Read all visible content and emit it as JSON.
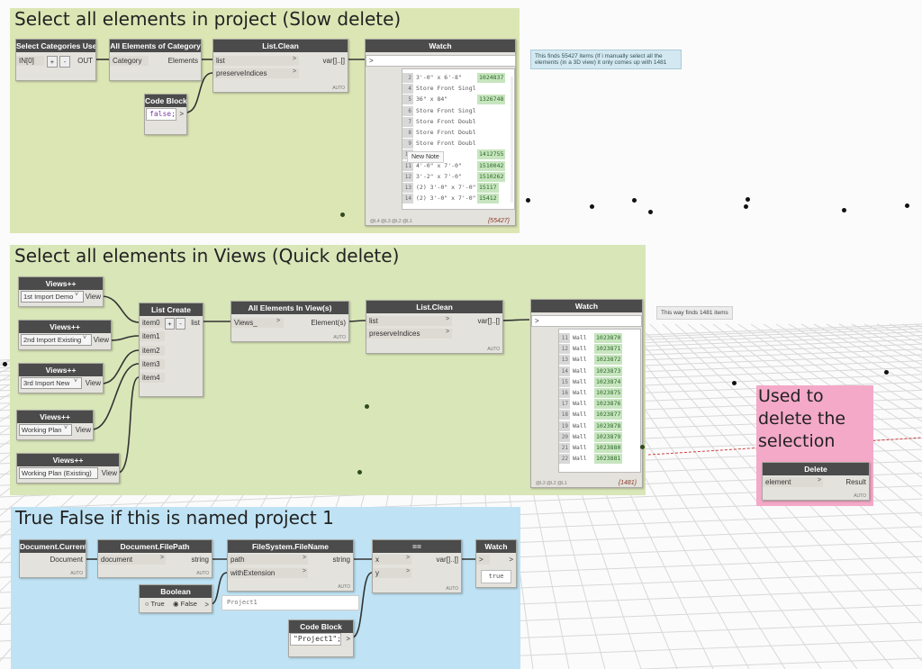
{
  "groups": {
    "slow": {
      "title": "Select all elements in project (Slow delete)"
    },
    "quick": {
      "title": "Select all elements in Views (Quick delete)"
    },
    "truefalse": {
      "title": "True False if this is named project 1"
    },
    "delete": {
      "title": "Used to delete the selection"
    }
  },
  "nodes": {
    "select_categories": {
      "title": "Select Categories Used",
      "input": "IN[0]",
      "plus": "+",
      "minus": "-",
      "output": "OUT"
    },
    "all_of_category": {
      "title": "All Elements of Category",
      "input": "Category",
      "output": "Elements"
    },
    "list_clean_1": {
      "title": "List.Clean",
      "in1": "list",
      "in2": "preserveIndices",
      "output": "var[]..[]",
      "auto": "AUTO"
    },
    "code_block_1": {
      "title": "Code Block",
      "code": "false;",
      "out": ">"
    },
    "watch_1": {
      "title": "Watch",
      "input": ">",
      "rows": [
        {
          "idx": "2",
          "text": "3'-0\" x 6'-8\"",
          "val": "1024837"
        },
        {
          "idx": "4",
          "text": "Store Front Single Door",
          "val": ""
        },
        {
          "idx": "5",
          "text": "36\" x 84\"",
          "val": "1326748"
        },
        {
          "idx": "6",
          "text": "Store Front Single Door",
          "val": ""
        },
        {
          "idx": "7",
          "text": "Store Front Double Door",
          "val": ""
        },
        {
          "idx": "8",
          "text": "Store Front Double Door",
          "val": ""
        },
        {
          "idx": "9",
          "text": "Store Front Double Door",
          "val": ""
        },
        {
          "idx": "10",
          "text": "3'-0\"",
          "val": "1412755"
        },
        {
          "idx": "11",
          "text": "4'-0\" x 7'-0\"",
          "val": "1510042"
        },
        {
          "idx": "12",
          "text": "3'-2\" x 7'-0\"",
          "val": "1510262"
        },
        {
          "idx": "13",
          "text": "(2) 3'-0\" x 7'-0\"",
          "val": "15117"
        },
        {
          "idx": "14",
          "text": "(2) 3'-0\" x 7'-0\"",
          "val": "15412"
        }
      ],
      "tooltip": "New Note",
      "footer": "@L4 @L3 @L2 @L1",
      "count": "{55427}"
    },
    "views_1": {
      "title": "Views++",
      "value": "1st Import Demo",
      "out": "View"
    },
    "views_2": {
      "title": "Views++",
      "value": "2nd Import Existing",
      "out": "View"
    },
    "views_3": {
      "title": "Views++",
      "value": "3rd Import New",
      "out": "View"
    },
    "views_4": {
      "title": "Views++",
      "value": "Working Plan",
      "out": "View"
    },
    "views_5": {
      "title": "Views++",
      "value": "Working Plan (Existing)",
      "out": "View"
    },
    "list_create": {
      "title": "List Create",
      "items": [
        "item0",
        "item1",
        "item2",
        "item3",
        "item4"
      ],
      "plus": "+",
      "minus": "-",
      "output": "list"
    },
    "all_in_views": {
      "title": "All Elements In View(s)",
      "input": "Views_",
      "output": "Element(s)",
      "auto": "AUTO"
    },
    "list_clean_2": {
      "title": "List.Clean",
      "in1": "list",
      "in2": "preserveIndices",
      "output": "var[]..[]",
      "auto": "AUTO"
    },
    "watch_2": {
      "title": "Watch",
      "input": ">",
      "rows": [
        {
          "idx": "11",
          "text": "Wall",
          "val": "1023870"
        },
        {
          "idx": "12",
          "text": "Wall",
          "val": "1023871"
        },
        {
          "idx": "13",
          "text": "Wall",
          "val": "1023872"
        },
        {
          "idx": "14",
          "text": "Wall",
          "val": "1023873"
        },
        {
          "idx": "15",
          "text": "Wall",
          "val": "1023874"
        },
        {
          "idx": "16",
          "text": "Wall",
          "val": "1023875"
        },
        {
          "idx": "17",
          "text": "Wall",
          "val": "1023876"
        },
        {
          "idx": "18",
          "text": "Wall",
          "val": "1023877"
        },
        {
          "idx": "19",
          "text": "Wall",
          "val": "1023878"
        },
        {
          "idx": "20",
          "text": "Wall",
          "val": "1023879"
        },
        {
          "idx": "21",
          "text": "Wall",
          "val": "1023880"
        },
        {
          "idx": "22",
          "text": "Wall",
          "val": "1023881"
        }
      ],
      "footer": "@L3 @L2 @L1",
      "count": "{1481}"
    },
    "delete": {
      "title": "Delete",
      "input": "element",
      "output": "Result",
      "auto": "AUTO"
    },
    "doc_current": {
      "title": "Document.Current",
      "output": "Document",
      "auto": "AUTO"
    },
    "doc_filepath": {
      "title": "Document.FilePath",
      "input": "document",
      "output": "string",
      "auto": "AUTO"
    },
    "fs_filename": {
      "title": "FileSystem.FileName",
      "in1": "path",
      "in2": "withExtension",
      "output": "string",
      "auto": "AUTO",
      "preview": "Project1"
    },
    "boolean": {
      "title": "Boolean",
      "opt_true": "True",
      "opt_false": "False",
      "out": ">"
    },
    "equals": {
      "title": "==",
      "in1": "x",
      "in2": "y",
      "output": "var[]..[]",
      "auto": "AUTO"
    },
    "watch_3": {
      "title": "Watch",
      "input": ">",
      "output": ">",
      "value": "true"
    },
    "code_block_2": {
      "title": "Code Block",
      "code": "\"Project1\";",
      "out": ">"
    }
  },
  "notes": {
    "note1": "This finds 55427 items (If i manually select all the elements (in a 3D view) it only comes up with 1481",
    "note2": "This way finds 1481 items"
  },
  "colors": {
    "group_green": "#dce6b4",
    "group_blue": "#bfe3f4",
    "group_pink": "#f4a9c9",
    "node_header": "#4b4b4b",
    "node_body": "#e4e2dc",
    "watch_value": "#c7e5bf",
    "note_bg": "#d3e8f1"
  }
}
